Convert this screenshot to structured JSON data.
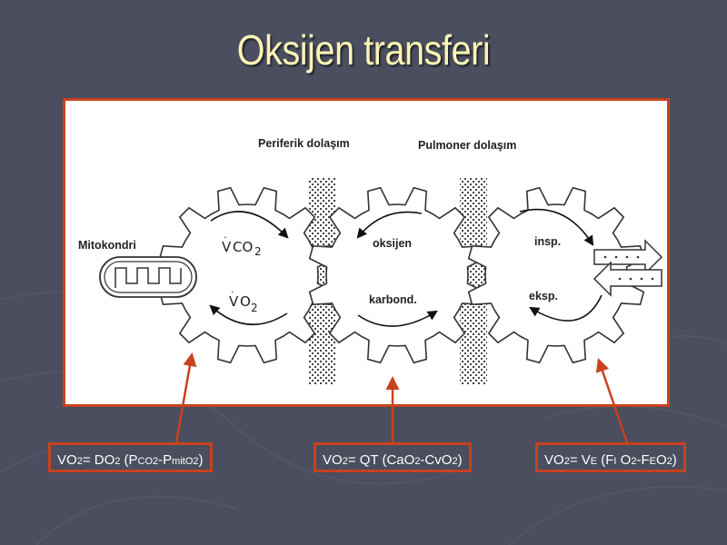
{
  "title": "Oksijen transferi",
  "diagram": {
    "labels": {
      "peripheral": "Periferik dolaşım",
      "pulmonary": "Pulmoner dolaşım",
      "mitochondria": "Mitokondri",
      "oxygen": "oksijen",
      "carbon": "karbond.",
      "insp": "insp.",
      "eksp": "eksp."
    }
  },
  "formulas": {
    "left": {
      "a": "VO",
      "a_sub": "2",
      "b": "= DO",
      "b_sub": "2",
      "c": " (P",
      "c_sub": "CO2",
      "d": "-P",
      "d_sub": "mitO2",
      "e": ")"
    },
    "middle": {
      "a": "VO",
      "a_sub": "2",
      "b": "= QT (CaO",
      "b_sub": "2",
      "c": "-CvO",
      "c_sub": "2",
      "d": ")"
    },
    "right": {
      "a": "VO",
      "a_sub": "2",
      "b": "= V",
      "b_sub": "E",
      "c": " (F",
      "c_sub": "I",
      "d": " O",
      "d_sub": "2",
      "e": "-F",
      "e_sub": "E",
      "f": "O",
      "f_sub": "2",
      "g": ")"
    }
  },
  "colors": {
    "background": "#4a4e5e",
    "accent": "#c8421d",
    "title": "#fbf4b4"
  }
}
